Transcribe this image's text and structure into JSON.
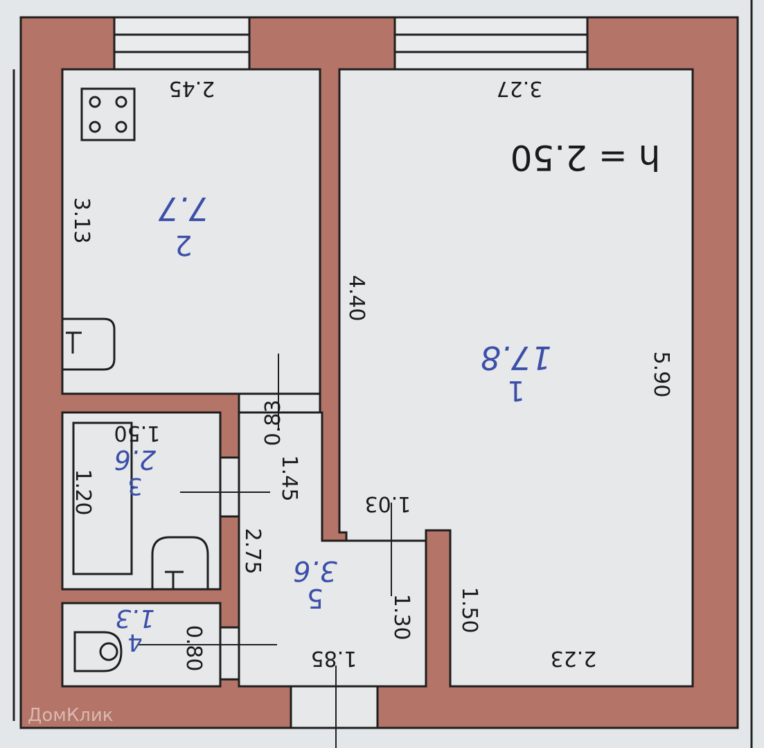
{
  "plan": {
    "ceiling_height": "h = 2.50",
    "watermark": "ДомКлик",
    "colors": {
      "wall": "#b47468",
      "room": "#e6e8ea",
      "line": "#1e1e1e",
      "area_text": "#3b4fa8"
    }
  },
  "rooms": [
    {
      "number": "1",
      "area": "17.8"
    },
    {
      "number": "2",
      "area": "7.7"
    },
    {
      "number": "3",
      "area": "2.6"
    },
    {
      "number": "4",
      "area": "1.3"
    },
    {
      "number": "5",
      "area": "3.6"
    }
  ],
  "dimensions": {
    "kitchen_width": "2.45",
    "kitchen_length": "3.13",
    "living_width": "3.27",
    "living_length": "5.90",
    "partition_length": "4.40",
    "hall_door": "0.83",
    "hall_width": "1.45",
    "hall_length": "2.75",
    "bath_tub_length": "1.50",
    "bath_tub_width": "1.20",
    "niche_width": "1.03",
    "niche_depth": "1.30",
    "living_wall": "1.50",
    "living_bottom": "2.23",
    "hall_bottom": "1.85",
    "toilet_width": "0.80"
  }
}
